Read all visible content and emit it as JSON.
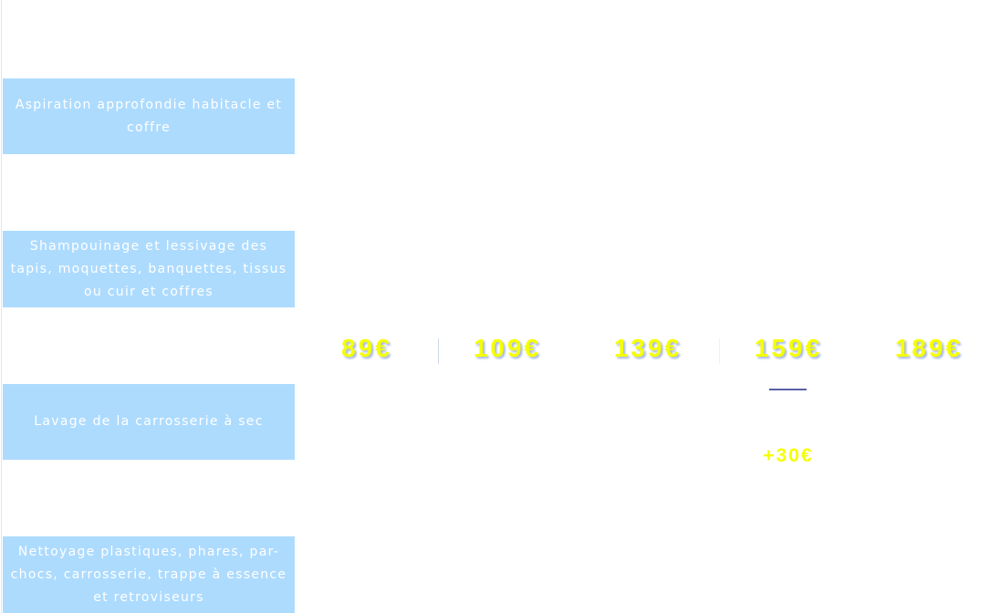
{
  "services": [
    "Aspiration approfondie habitacle et coffre",
    "Shampouinage et lessivage des tapis, moquettes, banquettes, tissus ou cuir et coffres",
    "Lavage de la carrosserie à sec",
    "Nettoyage plastiques, phares, par-chocs, carrosserie, trappe à essence et retroviseurs"
  ],
  "prices": [
    "89€",
    "109€",
    "139€",
    "159€",
    "189€"
  ],
  "extra_price": "+30€",
  "colors": {
    "box": "#addbfe",
    "price": "#f5ff00",
    "accent_line": "#5a5fa8"
  }
}
